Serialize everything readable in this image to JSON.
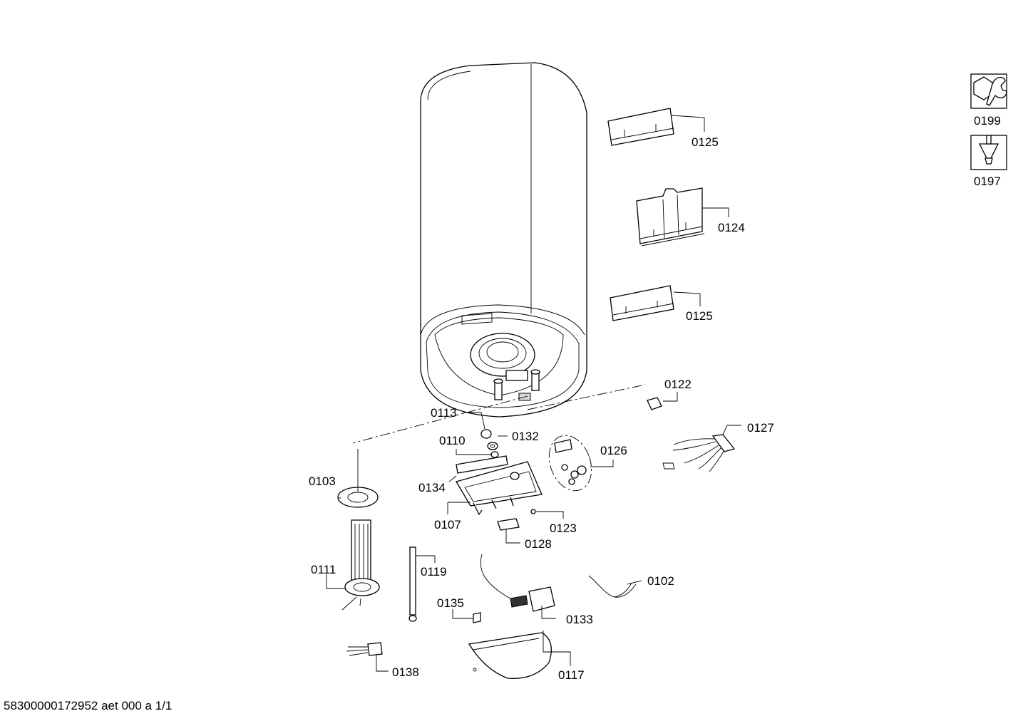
{
  "parts": {
    "p0125a": "0125",
    "p0124": "0124",
    "p0125b": "0125",
    "p0122": "0122",
    "p0113": "0113",
    "p0132": "0132",
    "p0110": "0110",
    "p0127": "0127",
    "p0126": "0126",
    "p0103": "0103",
    "p0134": "0134",
    "p0107": "0107",
    "p0123": "0123",
    "p0128": "0128",
    "p0111": "0111",
    "p0119": "0119",
    "p0102": "0102",
    "p0135": "0135",
    "p0133": "0133",
    "p0138": "0138",
    "p0117": "0117",
    "p0199": "0199",
    "p0197": "0197"
  },
  "footer": "58300000172952 aet 000 a 1/1"
}
